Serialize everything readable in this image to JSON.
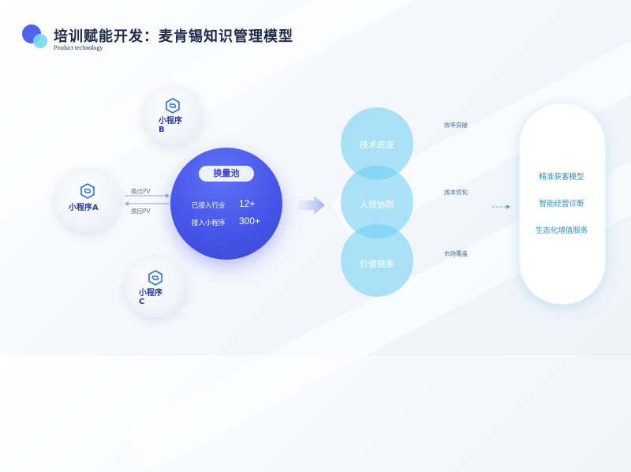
{
  "header": {
    "title": "培训赋能开发：麦肯锡知识管理模型",
    "subtitle": "Product technology"
  },
  "mini_programs": [
    {
      "label_line1": "小程序",
      "label_line2": "B"
    },
    {
      "label_line1": "小程序A",
      "label_line2": ""
    },
    {
      "label_line1": "小程序",
      "label_line2": "C"
    }
  ],
  "edges": {
    "out_label": "换出PV",
    "back_label": "换回PV"
  },
  "pool": {
    "tag": "换量池",
    "rows": [
      {
        "key": "已接入行业",
        "value": "12+"
      },
      {
        "key": "接入小程序",
        "value": "300+"
      }
    ]
  },
  "venn": [
    {
      "label": "技术底座",
      "side": "效率突破"
    },
    {
      "label": "人效协同",
      "side": "成本优化"
    },
    {
      "label": "价值链条",
      "side": "市场覆盖"
    }
  ],
  "outcomes": [
    "精准获客模型",
    "智能经营诊断",
    "生态化增值服务"
  ],
  "colors": {
    "accent_blue": "#4656e8",
    "accent_cyan": "#6ccdf2",
    "title_text": "#1f2a4a"
  }
}
